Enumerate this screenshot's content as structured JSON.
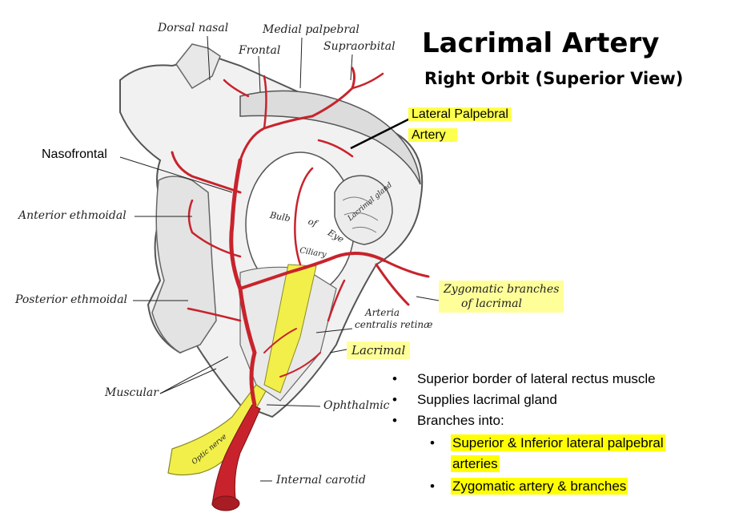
{
  "title": "Lacrimal Artery",
  "subtitle": "Right Orbit (Superior View)",
  "labels": {
    "dorsal_nasal": "Dorsal nasal",
    "medial_palpebral": "Medial palpebral",
    "frontal": "Frontal",
    "supraorbital": "Supraorbital",
    "nasofrontal": "Nasofrontal",
    "anterior_ethmoidal": "Anterior ethmoidal",
    "posterior_ethmoidal": "Posterior ethmoidal",
    "muscular": "Muscular",
    "ophthalmic": "Ophthalmic",
    "internal_carotid": "Internal carotid",
    "arteria_line1": "Arteria",
    "arteria_line2": "centralis retinæ",
    "lacrimal": "Lacrimal",
    "zygomatic_line1": "Zygomatic branches",
    "zygomatic_line2": "of lacrimal",
    "lateral_palpebral_line1": "Lateral Palpebral",
    "lateral_palpebral_line2": "Artery",
    "bulb": "Bulb",
    "of": "of",
    "eye": "Eye",
    "ciliary": "Ciliary",
    "lacrimal_gland": "Lacrimal gland",
    "optic_nerve": "Optic nerve"
  },
  "bullets": [
    "Superior border of lateral rectus muscle",
    "Supplies lacrimal gland",
    "Branches into:"
  ],
  "sub_bullets": [
    {
      "line1": "Superior & Inferior lateral palpebral",
      "line2": "arteries"
    },
    {
      "line1": "Zygomatic artery & branches"
    }
  ],
  "bullet_glyph": "•",
  "colors": {
    "artery": "#c8232c",
    "nerve": "#f2ef4a",
    "highlight": "#ffff00"
  }
}
